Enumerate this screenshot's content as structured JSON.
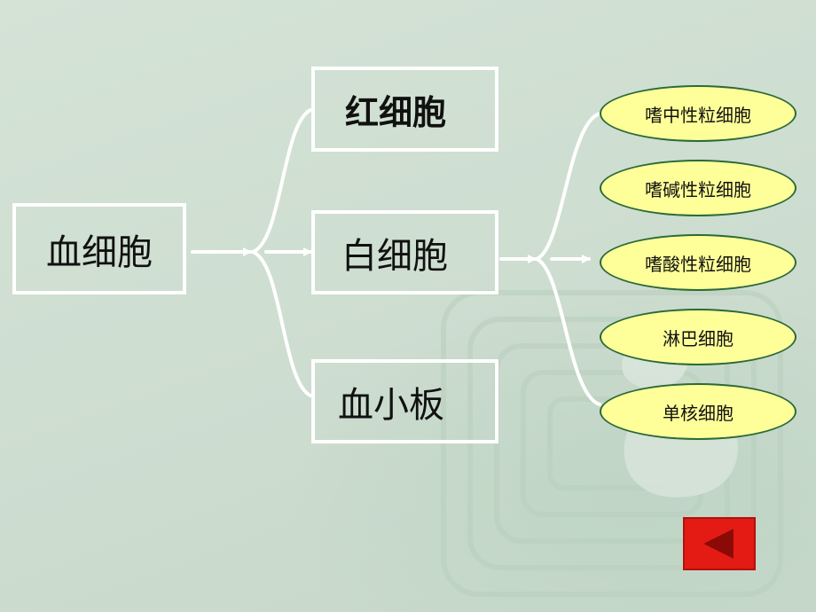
{
  "root": {
    "label": "血细胞"
  },
  "categories": [
    {
      "label": "红细胞"
    },
    {
      "label": "白细胞"
    },
    {
      "label": "血小板"
    }
  ],
  "wbc_types": [
    {
      "label": "嗜中性粒细胞"
    },
    {
      "label": "嗜碱性粒细胞"
    },
    {
      "label": "嗜酸性粒细胞"
    },
    {
      "label": "淋巴细胞"
    },
    {
      "label": "单核细胞"
    }
  ],
  "nav": {
    "icon": "back-arrow-icon"
  },
  "colors": {
    "background": "#cfe0d2",
    "box_border": "#ffffff",
    "ellipse_fill": "#ffff99",
    "ellipse_border": "#2b6a3a",
    "button_fill": "#e31b14",
    "button_arrow": "#8a0a06"
  }
}
